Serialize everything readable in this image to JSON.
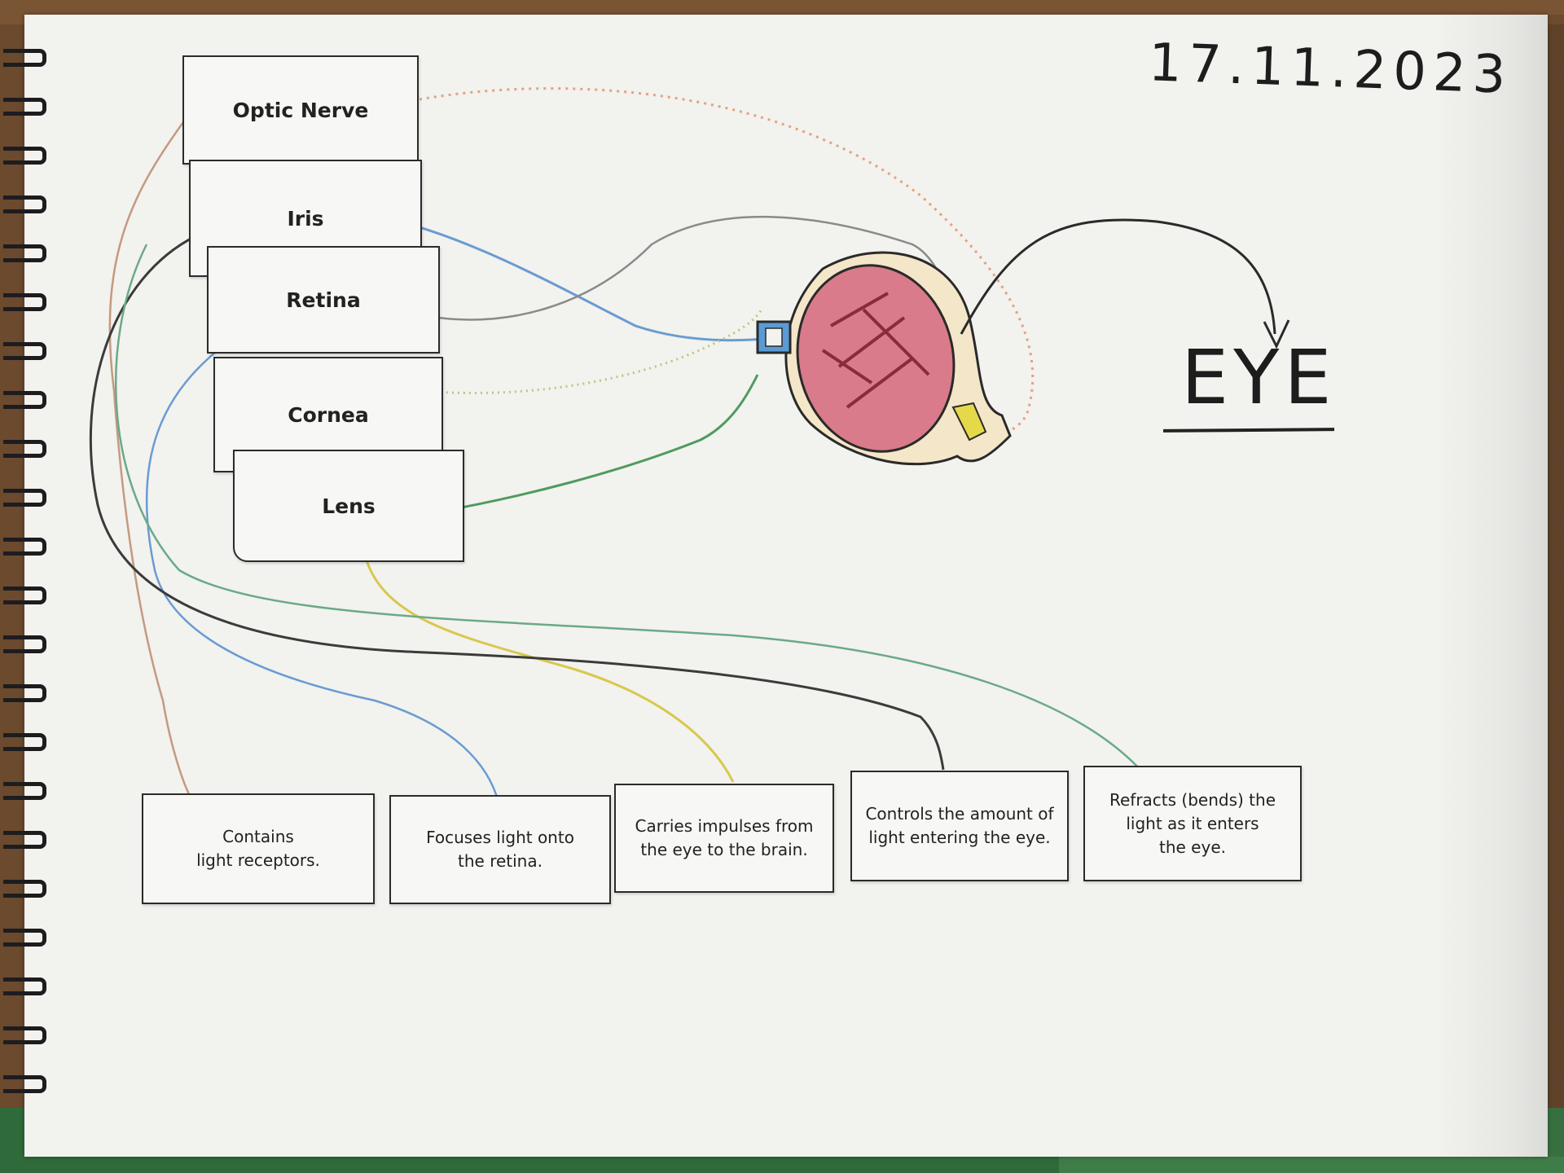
{
  "date": "17.11.2023",
  "title": "EYE",
  "labels": [
    {
      "key": "optic",
      "text": "Optic Nerve"
    },
    {
      "key": "iris",
      "text": "Iris"
    },
    {
      "key": "retina",
      "text": "Retina"
    },
    {
      "key": "cornea",
      "text": "Cornea"
    },
    {
      "key": "lens",
      "text": "Lens"
    }
  ],
  "definitions": [
    {
      "key": "d1",
      "line1": "Contains",
      "line2": "light receptors."
    },
    {
      "key": "d2",
      "line1": "Focuses light onto",
      "line2": "the retina."
    },
    {
      "key": "d3",
      "line1": "Carries impulses from",
      "line2": "the eye to the brain."
    },
    {
      "key": "d4",
      "line1": "Controls the amount of",
      "line2": "light entering the eye."
    },
    {
      "key": "d5",
      "line1": "Refracts (bends) the",
      "line2": "light as it enters",
      "line3": "the eye."
    }
  ],
  "colors": {
    "paper": "#f2f2ef",
    "optic_line": "#e3a37f",
    "iris_line": "#6a9bd1",
    "retina_line": "#d9c39a",
    "cornea_line": "#b8c97a",
    "lens_line": "#4f9a5f",
    "pencil": "#3b3b3b",
    "eye_fill": "#d97b8a",
    "eye_outline": "#2a2a2a"
  }
}
